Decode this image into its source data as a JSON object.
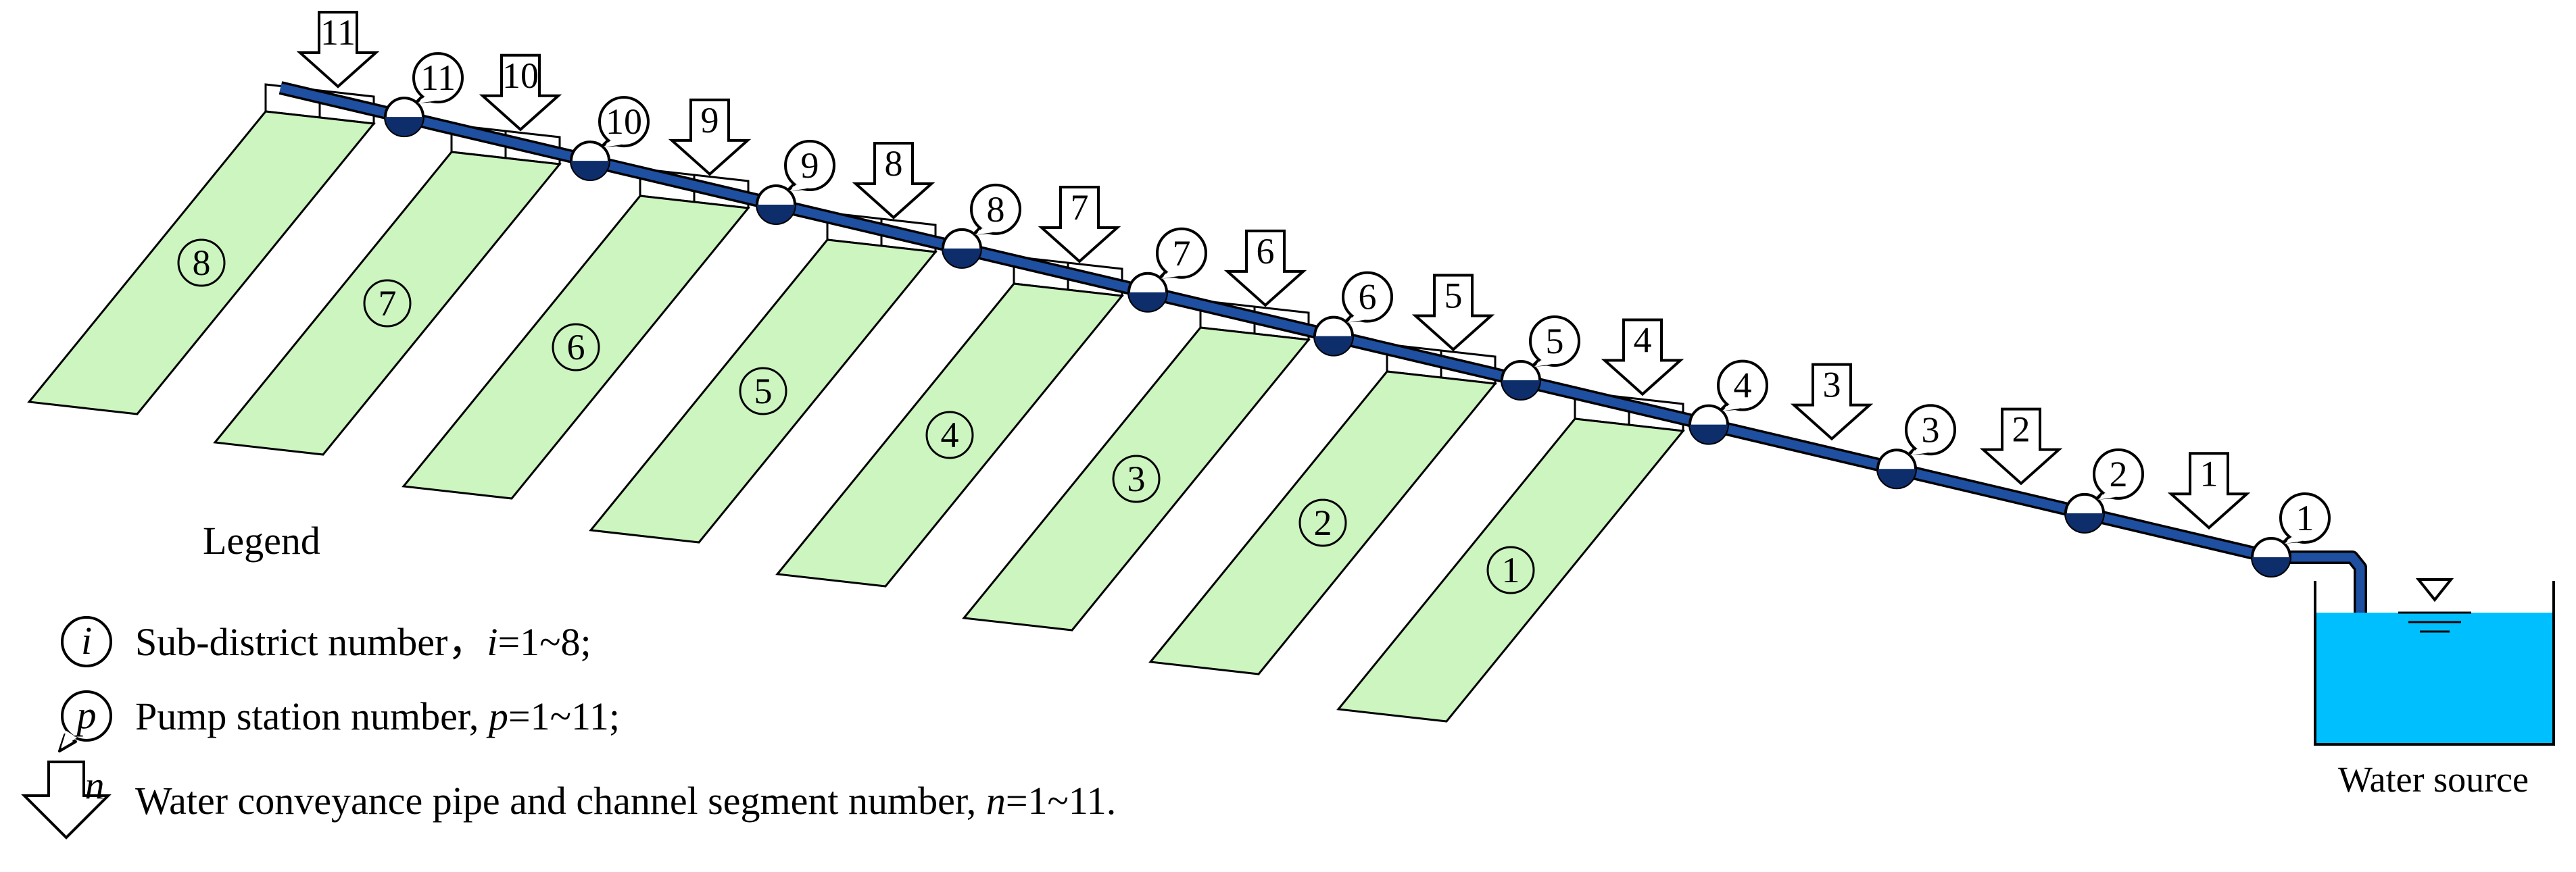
{
  "diagram": {
    "subdistricts": [
      "1",
      "2",
      "3",
      "4",
      "5",
      "6",
      "7",
      "8"
    ],
    "pump_stations": [
      "1",
      "2",
      "3",
      "4",
      "5",
      "6",
      "7",
      "8",
      "9",
      "10",
      "11"
    ],
    "segments": [
      "1",
      "2",
      "3",
      "4",
      "5",
      "6",
      "7",
      "8",
      "9",
      "10",
      "11"
    ],
    "water_source_label": "Water source",
    "colors": {
      "field": "#ccf5c0",
      "pipe": "#1e4fa0",
      "water": "#00bfff",
      "pump_fill": "#0d2d6b"
    }
  },
  "legend": {
    "title": "Legend",
    "subdistrict": {
      "symbol": "i",
      "text_pre": "Sub-district  number，",
      "var": "i",
      "text_post": "=1~8;"
    },
    "pump": {
      "symbol": "p",
      "text_pre": "Pump station number, ",
      "var": "p",
      "text_post": "=1~11;"
    },
    "segment": {
      "symbol": "n",
      "text_pre": "Water conveyance pipe and channel segment number, ",
      "var": "n",
      "text_post": "=1~11."
    }
  }
}
